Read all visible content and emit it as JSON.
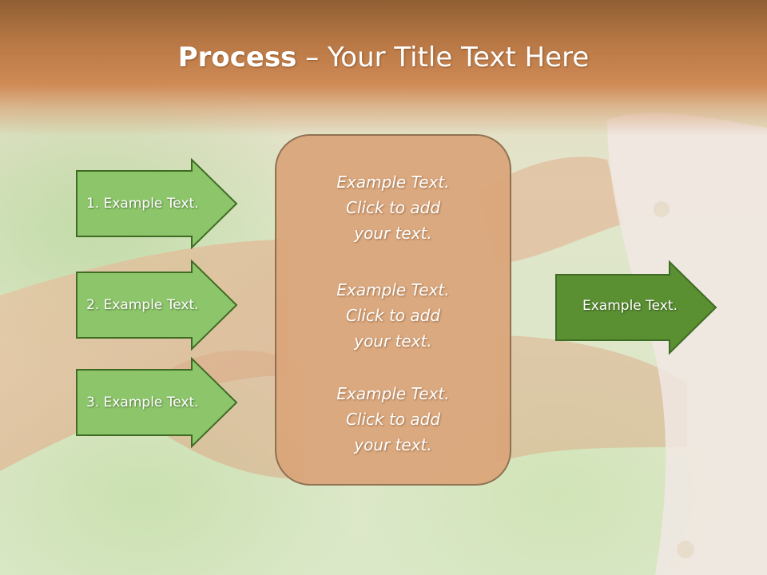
{
  "slide": {
    "title_bold": "Process",
    "title_rest": " – Your Title Text Here"
  },
  "left_arrows": [
    {
      "label": "1. Example Text."
    },
    {
      "label": "2. Example Text."
    },
    {
      "label": "3. Example Text."
    }
  ],
  "center_blocks": [
    {
      "line1": "Example Text.",
      "line2": "Click  to add",
      "line3": "your text."
    },
    {
      "line1": "Example Text.",
      "line2": "Click  to add",
      "line3": "your text."
    },
    {
      "line1": "Example Text.",
      "line2": "Click  to add",
      "line3": "your text."
    }
  ],
  "right_arrow": {
    "label": "Example Text."
  },
  "colors": {
    "header": "#c07f4c",
    "arrow_light": "#8dc66a",
    "arrow_dark": "#5a8f32",
    "arrow_border": "#3f6b25",
    "center_box": "#dba57a"
  }
}
